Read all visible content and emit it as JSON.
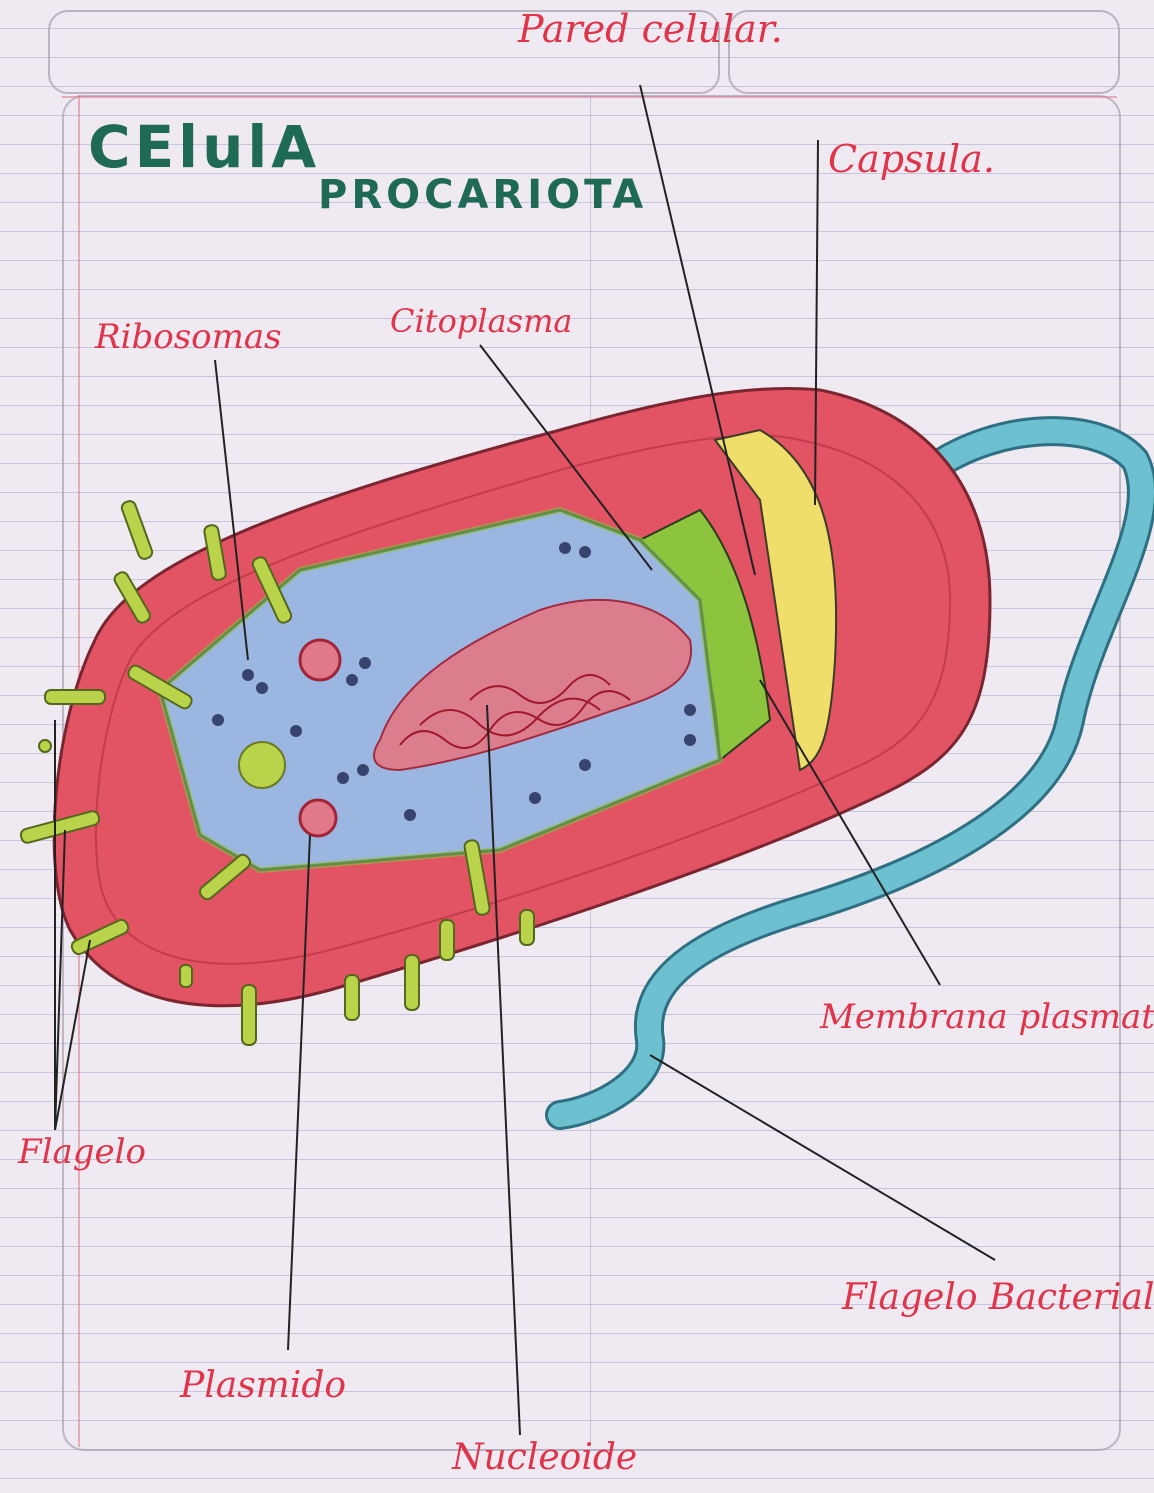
{
  "title": {
    "line1": "CElulA",
    "line2": "PROCARIOTA"
  },
  "labels": {
    "pared_celular": "Pared celular.",
    "capsula": "Capsula.",
    "ribosomas": "Ribosomas",
    "citoplasma": "Citoplasma",
    "membrana_plasmatica": "Membrana plasmatica",
    "flagelo": "Flagelo",
    "flagelo_bacterial": "Flagelo Bacterial",
    "plasmido": "Plasmido",
    "nucleoide": "Nucleoide"
  },
  "colors": {
    "ink_labels": "#e0344a",
    "ink_title": "#1f6a55",
    "capsule": "#e0505f",
    "cell_wall_yellow": "#f0e06a",
    "membrane_green": "#8ec63f",
    "cytoplasm_blue": "#9ab6e0",
    "flagellum": "#5fb3c4",
    "pili": "#b9d44a",
    "ribosome": "#37446e"
  }
}
